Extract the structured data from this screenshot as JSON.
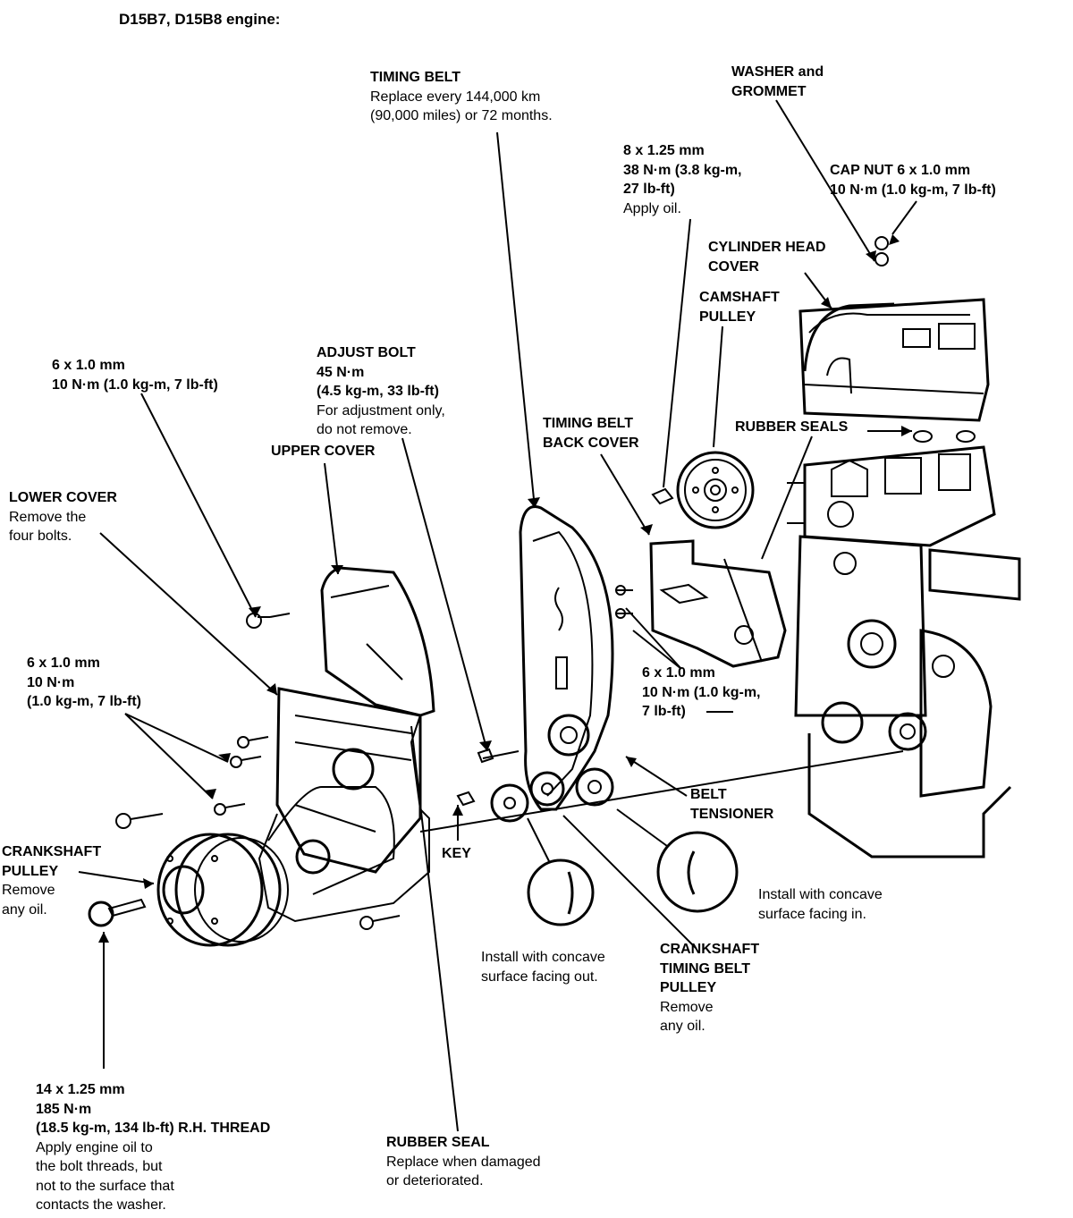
{
  "title": "D15B7, D15B8 engine:",
  "labels": {
    "timing_belt": {
      "name": "TIMING BELT",
      "note": [
        "Replace every 144,000 km",
        "(90,000 miles) or 72 months."
      ]
    },
    "washer_grommet": {
      "name": [
        "WASHER and",
        "GROMMET"
      ]
    },
    "cam_bolt": {
      "spec": [
        "8 x 1.25 mm",
        "38 N·m  (3.8 kg-m,",
        "27 lb-ft)"
      ],
      "note": [
        "Apply oil."
      ]
    },
    "cap_nut": {
      "spec": [
        "CAP NUT 6 x 1.0 mm",
        "10 N·m  (1.0 kg-m, 7 lb-ft)"
      ]
    },
    "cylinder_head_cover": {
      "name": [
        "CYLINDER HEAD",
        "COVER"
      ]
    },
    "camshaft_pulley": {
      "name": [
        "CAMSHAFT",
        "PULLEY"
      ]
    },
    "upper_bolt": {
      "spec": [
        "6 x 1.0 mm",
        "10 N·m (1.0 kg-m, 7 lb-ft)"
      ]
    },
    "adjust_bolt": {
      "spec": [
        "ADJUST BOLT",
        "45 N·m"
      ],
      "note_bold": [
        "(4.5 kg-m, 33 lb-ft)"
      ],
      "note": [
        "For adjustment only,",
        "do not remove."
      ]
    },
    "upper_cover": {
      "name": "UPPER COVER"
    },
    "timing_belt_back_cover": {
      "name": [
        "TIMING BELT",
        "BACK COVER"
      ]
    },
    "rubber_seals": {
      "name": "RUBBER SEALS"
    },
    "lower_cover": {
      "name": "LOWER COVER",
      "note": [
        "Remove the",
        "four bolts."
      ]
    },
    "lower_bolts": {
      "spec": [
        "6 x 1.0 mm",
        "10 N·m",
        "(1.0 kg-m, 7 lb-ft)"
      ]
    },
    "back_cover_bolts": {
      "spec": [
        "6 x 1.0 mm",
        "10 N·m (1.0 kg-m,",
        "7 lb-ft)"
      ]
    },
    "belt_tensioner": {
      "name": [
        "BELT",
        "TENSIONER"
      ]
    },
    "crankshaft_pulley": {
      "name": [
        "CRANKSHAFT",
        "PULLEY"
      ],
      "note": [
        "Remove",
        "any oil."
      ]
    },
    "key": {
      "name": "KEY"
    },
    "concave_in": {
      "note": [
        "Install with concave",
        "surface facing in."
      ]
    },
    "concave_out": {
      "note": [
        "Install with concave",
        "surface facing out."
      ]
    },
    "crank_timing_pulley": {
      "name": [
        "CRANKSHAFT",
        "TIMING BELT",
        "PULLEY"
      ],
      "note": [
        "Remove",
        "any oil."
      ]
    },
    "crank_bolt": {
      "spec": [
        "14 x 1.25 mm",
        "185 N·m",
        "(18.5 kg-m, 134 lb-ft) R.H.  THREAD"
      ],
      "note": [
        "Apply engine oil to",
        "the bolt threads, but",
        "not to the surface that",
        "contacts the washer."
      ]
    },
    "rubber_seal": {
      "name": "RUBBER SEAL",
      "note": [
        "Replace when damaged",
        "or deteriorated."
      ]
    }
  }
}
